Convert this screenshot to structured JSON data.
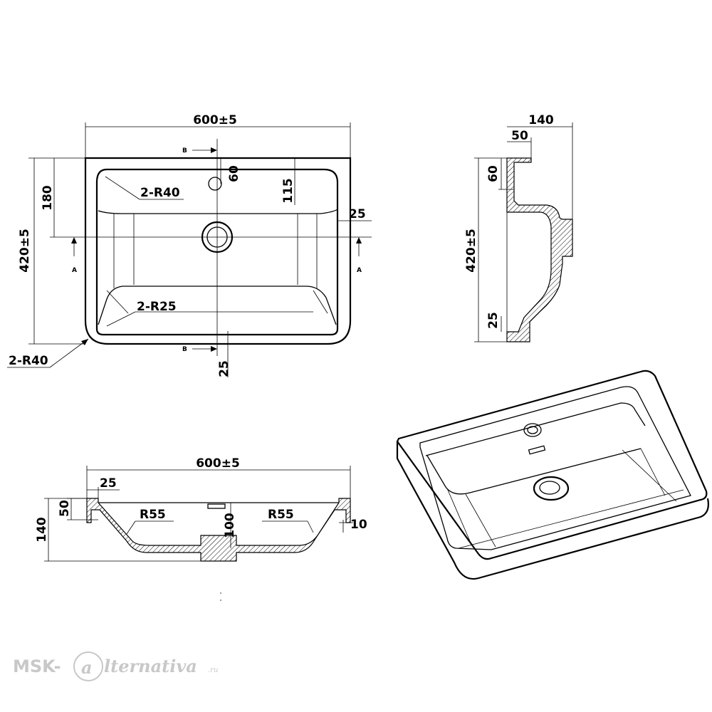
{
  "top_view": {
    "width": "600±5",
    "depth": "420±5",
    "dim_180": "180",
    "dim_60": "60",
    "dim_115": "115",
    "dim_25_right": "25",
    "dim_25_bottom": "25",
    "r40_outer": "2-R40",
    "r40_inner": "2-R40",
    "r25": "2-R25",
    "section_a": "A",
    "section_b": "B"
  },
  "side_view": {
    "depth_total": "140",
    "dim_50": "50",
    "dim_60": "60",
    "height": "420±5",
    "dim_25": "25"
  },
  "front_section": {
    "width": "600±5",
    "dim_25": "25",
    "dim_50": "50",
    "dim_140": "140",
    "r55_left": "R55",
    "r55_right": "R55",
    "dim_100": "100",
    "dim_10": "10"
  },
  "watermark": {
    "prefix": "MSK-",
    "letter": "a",
    "rest": "lternativa",
    "suffix": ".ru"
  },
  "colors": {
    "line": "#000000",
    "watermark": "#c8c8c8"
  }
}
